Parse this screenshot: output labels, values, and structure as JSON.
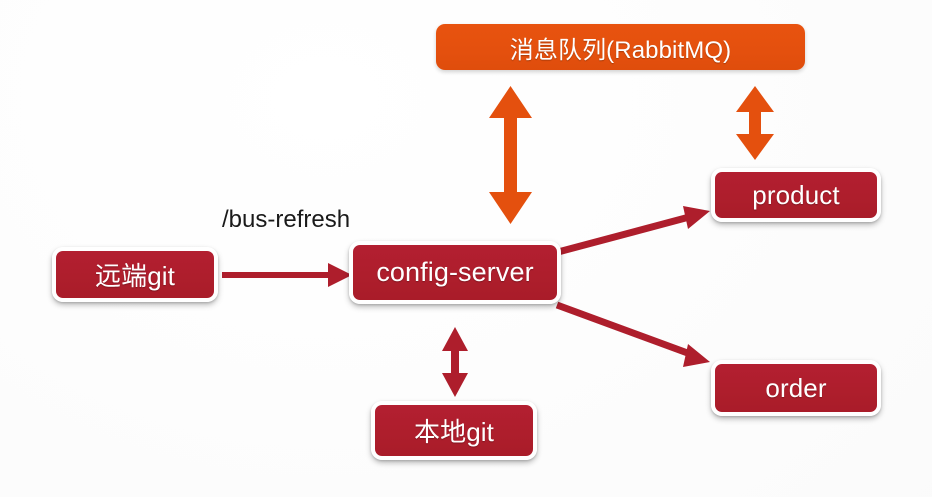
{
  "diagram": {
    "title": "Spring Cloud Config + Bus refresh architecture",
    "type": "architecture-flow-diagram",
    "background_color": "#fcfcfc",
    "palette": {
      "node_red": "#ae1e2c",
      "node_orange": "#e4500e",
      "arrow_red": "#ae1e2c",
      "arrow_orange": "#e4500e",
      "node_border": "#ffffff",
      "node_text": "#ffffff",
      "label_text": "#1a1a1a"
    },
    "nodes": [
      {
        "id": "mq",
        "label": "消息队列(RabbitMQ)",
        "color": "#e4500e",
        "shape": "rounded-rectangle"
      },
      {
        "id": "remote-git",
        "label": "远端git",
        "color": "#ae1e2c",
        "shape": "rounded-rectangle"
      },
      {
        "id": "config-server",
        "label": "config-server",
        "color": "#ae1e2c",
        "shape": "rounded-rectangle"
      },
      {
        "id": "local-git",
        "label": "本地git",
        "color": "#ae1e2c",
        "shape": "rounded-rectangle"
      },
      {
        "id": "product",
        "label": "product",
        "color": "#ae1e2c",
        "shape": "rounded-rectangle"
      },
      {
        "id": "order",
        "label": "order",
        "color": "#ae1e2c",
        "shape": "rounded-rectangle"
      }
    ],
    "labels": [
      {
        "id": "bus-refresh",
        "text": "/bus-refresh",
        "color": "#1a1a1a"
      }
    ],
    "edges": [
      {
        "id": "remote-git-to-config-server",
        "from": "remote-git",
        "to": "config-server",
        "direction": "single",
        "color": "#ae1e2c",
        "orientation": "horizontal"
      },
      {
        "id": "config-server-to-mq",
        "from": "config-server",
        "to": "mq",
        "direction": "double",
        "color": "#e4500e",
        "orientation": "vertical"
      },
      {
        "id": "mq-to-product",
        "from": "mq",
        "to": "product",
        "direction": "double",
        "color": "#e4500e",
        "orientation": "vertical"
      },
      {
        "id": "config-server-to-local-git",
        "from": "config-server",
        "to": "local-git",
        "direction": "double",
        "color": "#ae1e2c",
        "orientation": "vertical"
      },
      {
        "id": "config-server-to-product",
        "from": "config-server",
        "to": "product",
        "direction": "single",
        "color": "#ae1e2c",
        "orientation": "diagonal-up"
      },
      {
        "id": "config-server-to-order",
        "from": "config-server",
        "to": "order",
        "direction": "single",
        "color": "#ae1e2c",
        "orientation": "diagonal-down"
      }
    ]
  }
}
